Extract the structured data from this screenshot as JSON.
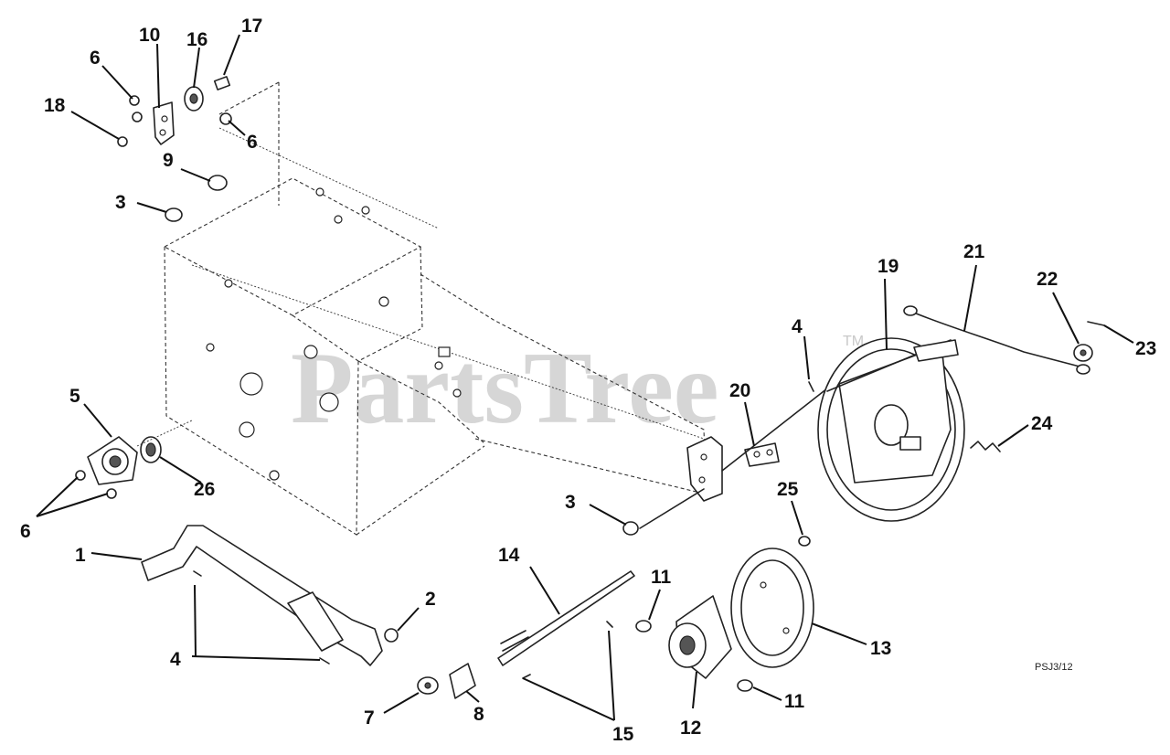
{
  "watermark": {
    "text": "PartsTree",
    "mark": "TM"
  },
  "diagram_ref": "PSJ3/12",
  "callouts": [
    {
      "id": "c1",
      "label": "1"
    },
    {
      "id": "c2",
      "label": "2"
    },
    {
      "id": "c3a",
      "label": "3"
    },
    {
      "id": "c3b",
      "label": "3"
    },
    {
      "id": "c4a",
      "label": "4"
    },
    {
      "id": "c4b",
      "label": "4"
    },
    {
      "id": "c5",
      "label": "5"
    },
    {
      "id": "c6a",
      "label": "6"
    },
    {
      "id": "c6b",
      "label": "6"
    },
    {
      "id": "c6c",
      "label": "6"
    },
    {
      "id": "c7",
      "label": "7"
    },
    {
      "id": "c8",
      "label": "8"
    },
    {
      "id": "c9",
      "label": "9"
    },
    {
      "id": "c10",
      "label": "10"
    },
    {
      "id": "c11a",
      "label": "11"
    },
    {
      "id": "c11b",
      "label": "11"
    },
    {
      "id": "c12",
      "label": "12"
    },
    {
      "id": "c13",
      "label": "13"
    },
    {
      "id": "c14",
      "label": "14"
    },
    {
      "id": "c15",
      "label": "15"
    },
    {
      "id": "c16",
      "label": "16"
    },
    {
      "id": "c17",
      "label": "17"
    },
    {
      "id": "c18",
      "label": "18"
    },
    {
      "id": "c19",
      "label": "19"
    },
    {
      "id": "c20",
      "label": "20"
    },
    {
      "id": "c21",
      "label": "21"
    },
    {
      "id": "c22",
      "label": "22"
    },
    {
      "id": "c23",
      "label": "23"
    },
    {
      "id": "c24",
      "label": "24"
    },
    {
      "id": "c25",
      "label": "25"
    },
    {
      "id": "c26",
      "label": "26"
    }
  ]
}
